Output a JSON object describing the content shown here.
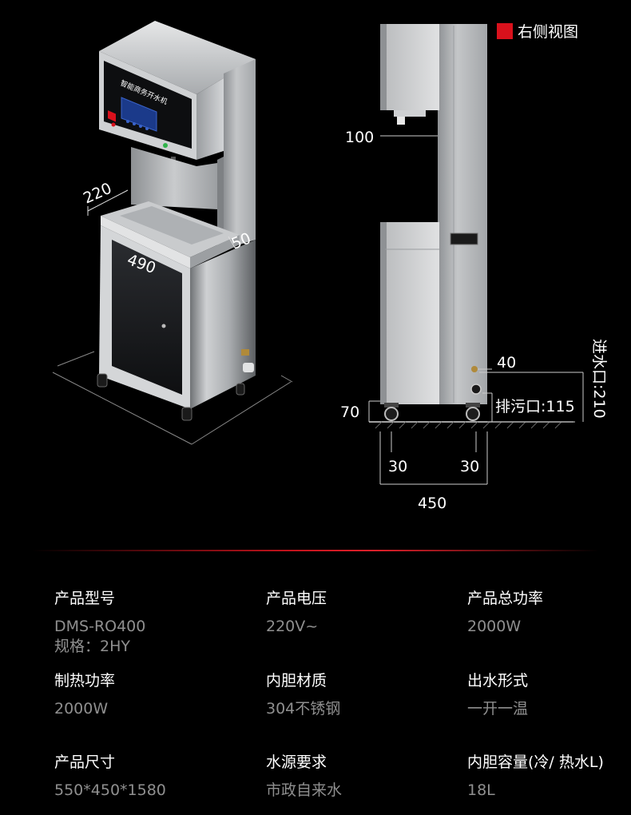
{
  "view_title": "右侧视图",
  "machine_brand_text": "智能商务开水机",
  "front_dims": {
    "depth": "220",
    "width": "490",
    "lip": "50"
  },
  "side_dims": {
    "offset_top": "100",
    "inlet_height": "40",
    "inlet_label": "进水口:210",
    "drain_label": "排污口:115",
    "base_height": "70",
    "wheel_left": "30",
    "wheel_right": "30",
    "depth_total": "450"
  },
  "colors": {
    "accent": "#d9111c",
    "label": "#ffffff",
    "value": "#8f8f8f"
  },
  "specs": [
    {
      "label": "产品型号",
      "value": "DMS-RO400",
      "extra": "规格：2HY"
    },
    {
      "label": "产品电压",
      "value": "220V~"
    },
    {
      "label": "产品总功率",
      "value": "2000W"
    },
    {
      "label": "制热功率",
      "value": "2000W"
    },
    {
      "label": "内胆材质",
      "value": "304不锈钢"
    },
    {
      "label": "出水形式",
      "value": "一开一温"
    },
    {
      "label": "产品尺寸",
      "value": "550*450*1580"
    },
    {
      "label": "水源要求",
      "value": "市政自来水"
    },
    {
      "label": "内胆容量(冷/ 热水L)",
      "value": "18L"
    }
  ]
}
